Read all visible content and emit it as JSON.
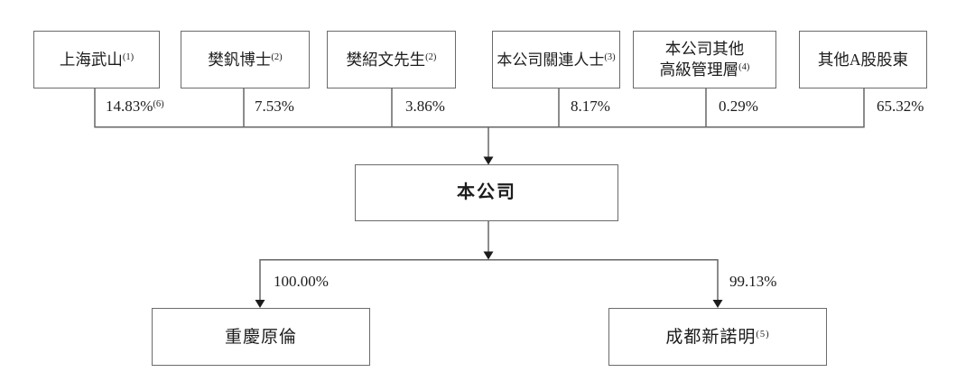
{
  "diagram": {
    "top_shareholders": [
      {
        "name": "上海武山",
        "sup": "(1)",
        "pct": "14.83%",
        "pct_sup": "(6)"
      },
      {
        "name": "樊釩博士",
        "sup": "(2)",
        "pct": "7.53%"
      },
      {
        "name": "樊紹文先生",
        "sup": "(2)",
        "pct": "3.86%"
      },
      {
        "name": "本公司關連人士",
        "sup": "(3)",
        "pct": "8.17%"
      },
      {
        "name_line1": "本公司其他",
        "name_line2": "高級管理層",
        "sup": "(4)",
        "pct": "0.29%"
      },
      {
        "name": "其他A股股東",
        "pct": "65.32%"
      }
    ],
    "company": {
      "name": "本公司"
    },
    "subsidiaries": [
      {
        "name": "重慶原倫",
        "pct": "100.00%"
      },
      {
        "name": "成都新諾明",
        "sup": "(5)",
        "pct": "99.13%"
      }
    ],
    "colors": {
      "box_border": "#6b6b6b",
      "connector_line": "#666666",
      "arrowhead": "#1c1c1c",
      "text": "#1c1c1c",
      "background": "#ffffff"
    }
  }
}
